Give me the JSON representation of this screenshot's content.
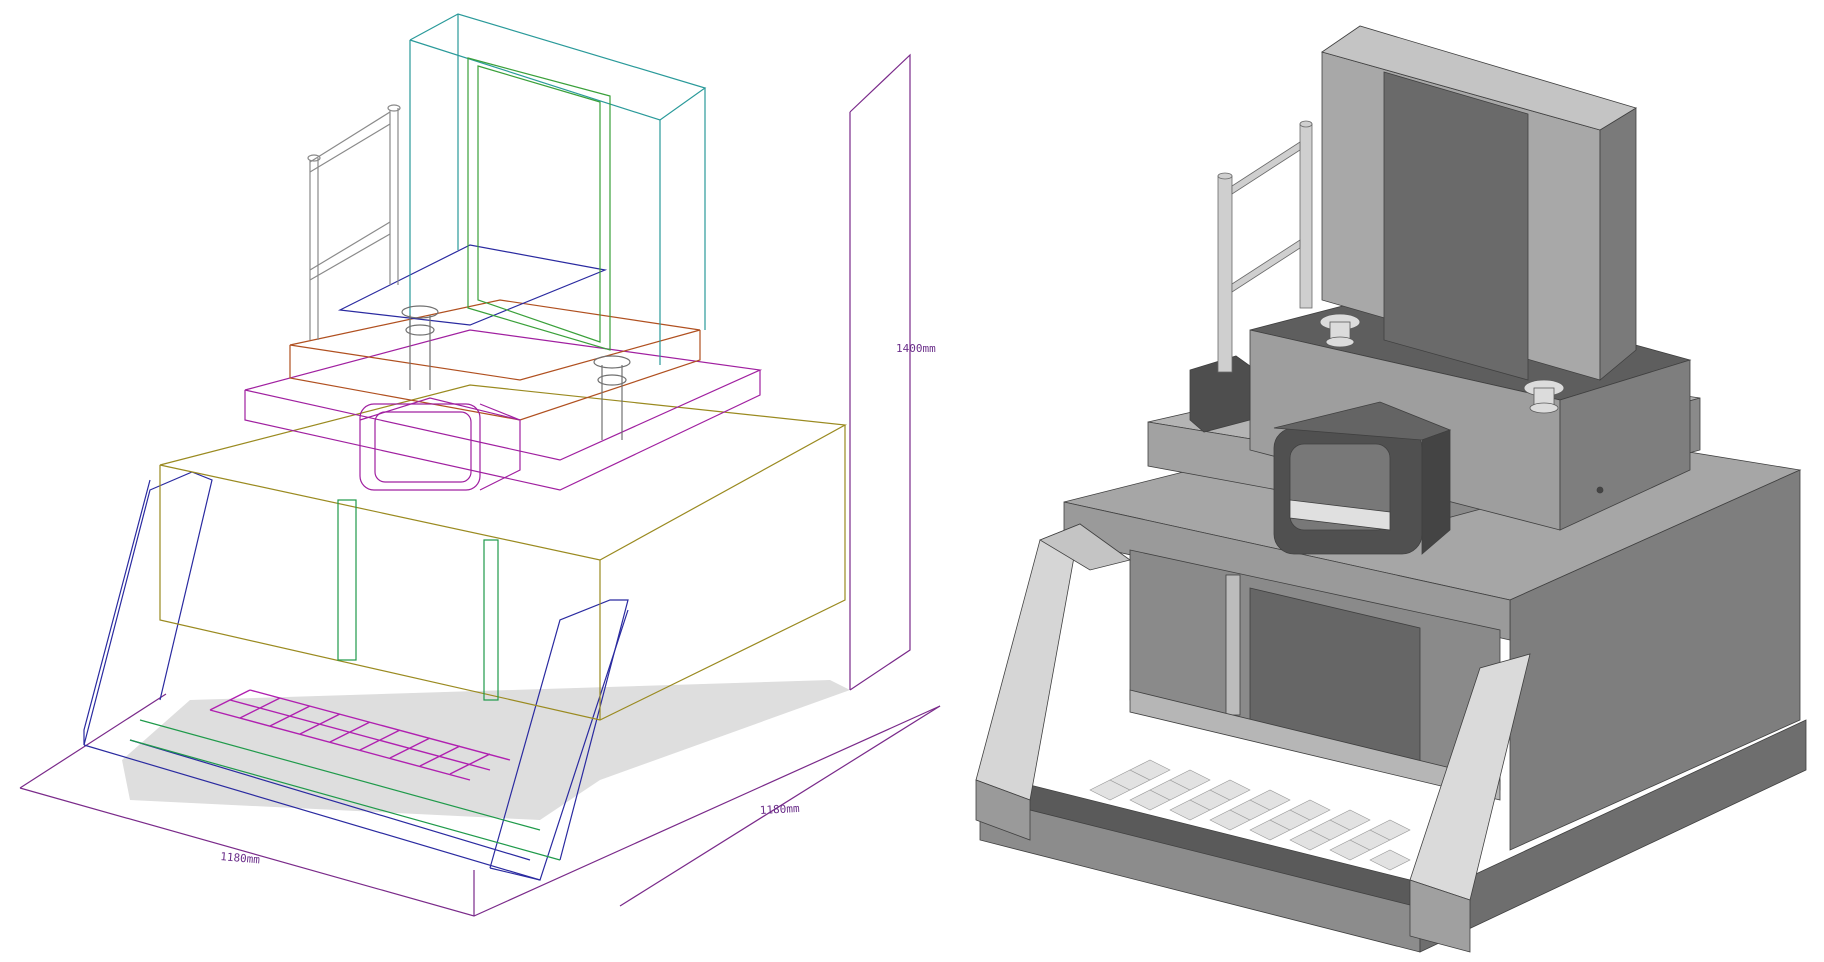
{
  "dimensions": {
    "height_label": "1400mm",
    "depth_label": "1180mm",
    "width_label": "1180mm"
  },
  "colors": {
    "dimension": "#7a2a8a",
    "wire_blue": "#2a2aa0",
    "wire_green": "#1f9a4a",
    "wire_olive": "#9a9a20",
    "wire_teal": "#2a9a9a",
    "wire_magenta": "#a020a0",
    "wire_red": "#b02a2a",
    "wire_gray": "#7a7a7a",
    "floor_fill": "#dedede",
    "shade_light": "#d9d9d9",
    "shade_mid": "#a8a8a8",
    "shade_dark": "#6a6a6a",
    "shade_darker": "#555555"
  }
}
